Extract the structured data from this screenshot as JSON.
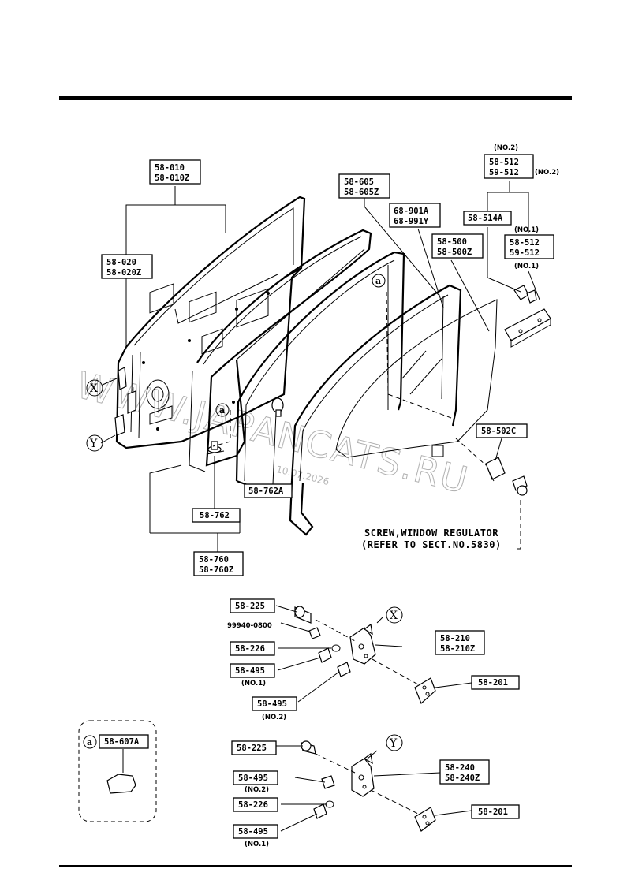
{
  "watermark": "WWW.JAPANCATS.RU",
  "date_stamp": "10.07.2026",
  "note": {
    "line1": "SCREW,WINDOW REGULATOR",
    "line2": "(REFER TO SECT.NO.5830)"
  },
  "callouts": {
    "X": "X",
    "Y": "Y",
    "a": "a"
  },
  "parts": {
    "p58_010": [
      "58-010",
      "58-010Z"
    ],
    "p58_020": [
      "58-020",
      "58-020Z"
    ],
    "p58_605": [
      "58-605",
      "58-605Z"
    ],
    "p68_901": [
      "68-901A",
      "68-991Y"
    ],
    "p58_500": [
      "58-500",
      "58-500Z"
    ],
    "p58_512_no2": [
      "58-512",
      "59-512"
    ],
    "p58_514A": "58-514A",
    "p58_512_no1": [
      "58-512",
      "59-512"
    ],
    "p58_502C": "58-502C",
    "p58_762A": "58-762A",
    "p58_762": "58-762",
    "p58_760": [
      "58-760",
      "58-760Z"
    ],
    "x_58_225": "58-225",
    "x_99940": "99940-0800",
    "x_58_226": "58-226",
    "x_58_495_a": "58-495",
    "x_58_495_b": "58-495",
    "x_58_210": [
      "58-210",
      "58-210Z"
    ],
    "x_58_201": "58-201",
    "y_58_225": "58-225",
    "y_58_495_a": "58-495",
    "y_58_226": "58-226",
    "y_58_495_b": "58-495",
    "y_58_240": [
      "58-240",
      "58-240Z"
    ],
    "y_58_201": "58-201",
    "a_58_607A": "58-607A"
  },
  "qualifiers": {
    "no2_top": "(NO.2)",
    "no2_side": "(NO.2)",
    "no1_top": "(NO.1)",
    "no1_bottom": "(NO.1)",
    "x_no1": "(NO.1)",
    "x_no2": "(NO.2)",
    "y_no2": "(NO.2)",
    "y_no1": "(NO.1)"
  }
}
